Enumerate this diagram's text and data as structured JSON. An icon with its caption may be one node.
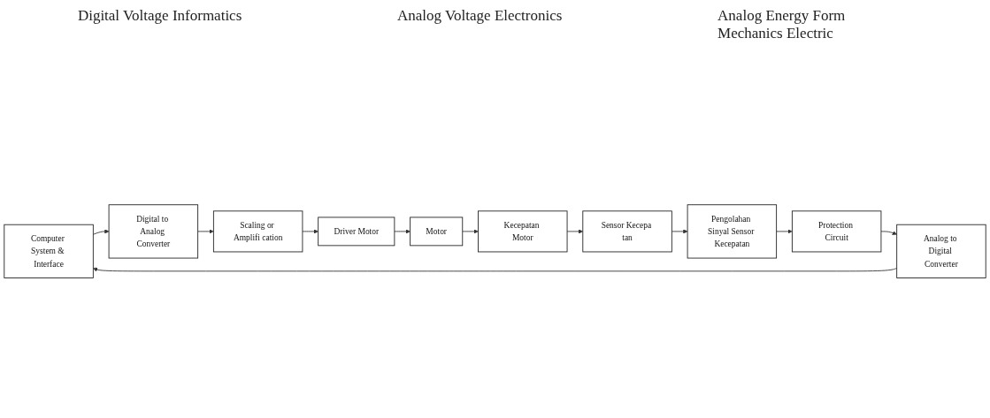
{
  "diagram": {
    "nodes": [
      {
        "text": [
          "Computer System & Interface"
        ]
      },
      {
        "text": [
          "Digital to Analog Converter"
        ]
      },
      {
        "text": [
          "Scaling or Amplifi cation"
        ]
      },
      {
        "text": [
          "Driver Motor"
        ]
      },
      {
        "text": [
          "Motor"
        ]
      },
      {
        "text": [
          "Kecepatan Motor"
        ]
      },
      {
        "text": [
          "Sensor Kecepa tan"
        ]
      },
      {
        "text": [
          "Pengolahan Sinyal Sensor Kecepatan"
        ]
      },
      {
        "text": [
          "Protection Circuit"
        ]
      },
      {
        "text": [
          "Analog to Digital Converter"
        ]
      }
    ],
    "edges": [
      {
        "from": 0,
        "to": 1,
        "arrow": "to"
      },
      {
        "from": 1,
        "to": 2,
        "arrow": "to"
      },
      {
        "from": 2,
        "to": 3,
        "arrow": "to"
      },
      {
        "from": 3,
        "to": 4,
        "arrow": "to"
      },
      {
        "from": 4,
        "to": 5,
        "arrow": "to"
      },
      {
        "from": 5,
        "to": 6,
        "arrow": "to"
      },
      {
        "from": 6,
        "to": 7,
        "arrow": "to"
      },
      {
        "from": 7,
        "to": 8,
        "arrow": "to"
      },
      {
        "from": 8,
        "to": 9,
        "arrow": "to"
      },
      {
        "from": 9,
        "to": 0,
        "arrow": "to"
      }
    ],
    "labels": [
      "Digital Voltage Informatics",
      "Analog Voltage Electronics",
      "Analog Energy Form Mechanics Electric"
    ]
  }
}
